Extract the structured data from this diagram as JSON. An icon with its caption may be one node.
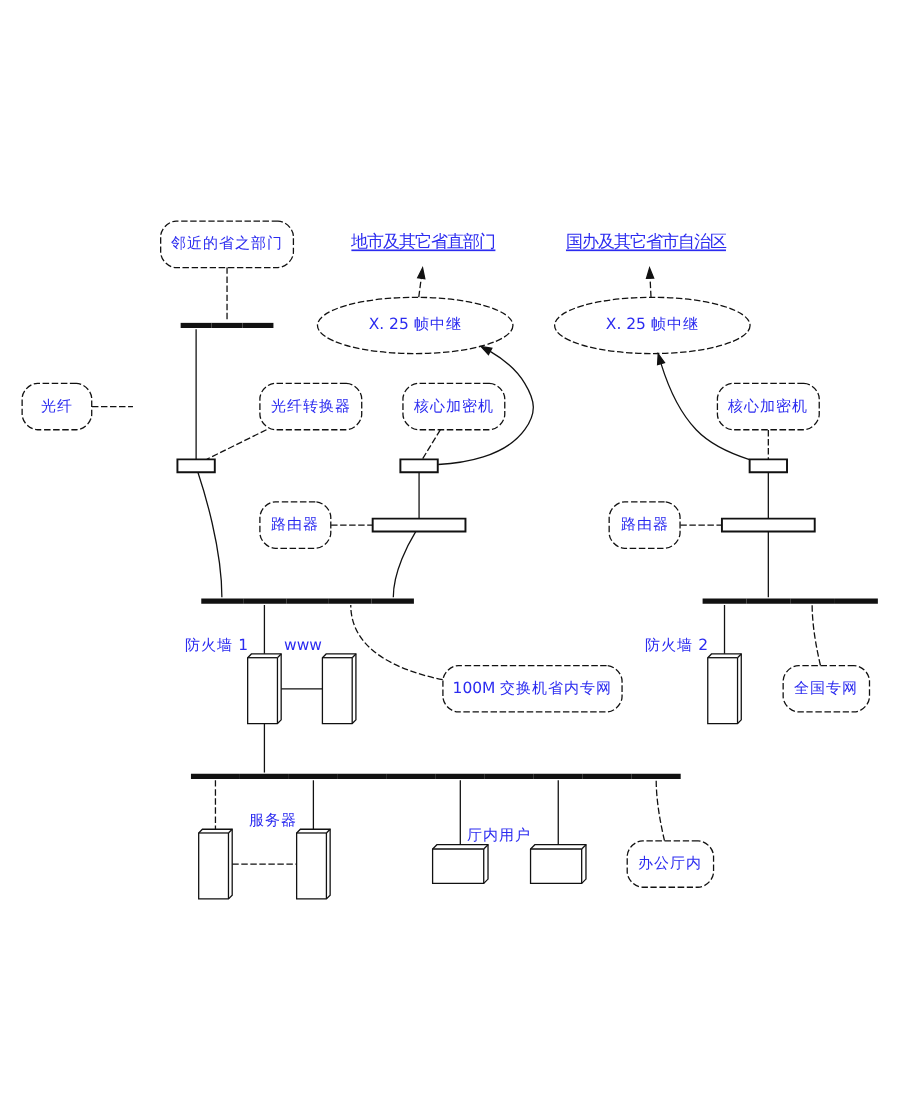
{
  "diagram": {
    "nodes": [
      {
        "text": [
          "邻近的省之部门"
        ]
      },
      {
        "text": [
          "地市及其它省直部门"
        ]
      },
      {
        "text": [
          "国办及其它省市自治区"
        ]
      },
      {
        "text": [],
        "shape": "bar"
      },
      {
        "text": [
          "X. 25 帧中继"
        ]
      },
      {
        "text": [
          "X. 25 帧中继"
        ]
      },
      {
        "text": [
          "光纤"
        ]
      },
      {
        "text": [
          "核心加密机"
        ]
      },
      {
        "text": [
          "核心加密机"
        ]
      },
      {
        "text": [],
        "shape": "box"
      },
      {
        "text": [],
        "shape": "box"
      },
      {
        "text": [],
        "shape": "box"
      },
      {
        "text": [
          "光纤转换器"
        ]
      },
      {
        "text": [],
        "shape": "box"
      },
      {
        "text": [
          "路由器"
        ]
      },
      {
        "text": [],
        "shape": "box"
      },
      {
        "text": [
          "路由器"
        ]
      },
      {
        "text": [],
        "shape": "bar"
      },
      {
        "text": [],
        "shape": "bar"
      },
      {
        "text": [
          "100M 交换机省内专网"
        ]
      },
      {
        "text": [
          "全国专网"
        ]
      },
      {
        "text": [],
        "shape": "picture",
        "beside": [
          "防火墙 1"
        ]
      },
      {
        "text": [],
        "shape": "picture",
        "beside": [
          "www"
        ]
      },
      {
        "text": [],
        "shape": "picture",
        "beside": [
          "防火墙 2"
        ]
      },
      {
        "text": [],
        "shape": "bar"
      },
      {
        "text": [
          "办公厅内"
        ]
      },
      {
        "text": [],
        "shape": "picture"
      },
      {
        "text": [],
        "shape": "picture",
        "beside": [
          "服务器"
        ]
      },
      {
        "text": [],
        "shape": "picture"
      },
      {
        "text": [],
        "shape": "picture",
        "beside": [
          "厅内用户"
        ]
      }
    ],
    "edges": [
      {
        "from": 0,
        "to": 3,
        "arrow": "none",
        "style": "dashed"
      },
      {
        "from": 4,
        "to": 1,
        "arrow": "to",
        "style": "dashed"
      },
      {
        "from": 5,
        "to": 2,
        "arrow": "to",
        "style": "dashed"
      },
      {
        "from": 3,
        "to": 9,
        "arrow": "none"
      },
      {
        "from": 6,
        "to": null,
        "arrow": "none",
        "style": "dashed"
      },
      {
        "from": 12,
        "to": 9,
        "arrow": "none",
        "style": "dashed"
      },
      {
        "from": 10,
        "to": 4,
        "arrow": "to"
      },
      {
        "from": 7,
        "to": 10,
        "arrow": "none",
        "style": "dashed"
      },
      {
        "from": 11,
        "to": 5,
        "arrow": "to"
      },
      {
        "from": 8,
        "to": 11,
        "arrow": "none",
        "style": "dashed"
      },
      {
        "from": 9,
        "to": 17,
        "arrow": "none"
      },
      {
        "from": 10,
        "to": 13,
        "arrow": "none"
      },
      {
        "from": 14,
        "to": 13,
        "arrow": "none",
        "style": "dashed"
      },
      {
        "from": 13,
        "to": 17,
        "arrow": "none"
      },
      {
        "from": 11,
        "to": 15,
        "arrow": "none"
      },
      {
        "from": 16,
        "to": 15,
        "arrow": "none",
        "style": "dashed"
      },
      {
        "from": 15,
        "to": 18,
        "arrow": "none"
      },
      {
        "from": 19,
        "to": 17,
        "arrow": "none",
        "style": "dashed"
      },
      {
        "from": 20,
        "to": 18,
        "arrow": "none",
        "style": "dashed"
      },
      {
        "from": 17,
        "to": 21,
        "arrow": "none"
      },
      {
        "from": 21,
        "to": 22,
        "arrow": "none"
      },
      {
        "from": 18,
        "to": 23,
        "arrow": "none"
      },
      {
        "from": 21,
        "to": 24,
        "arrow": "none"
      },
      {
        "from": 25,
        "to": 24,
        "arrow": "none",
        "style": "dashed"
      },
      {
        "from": 24,
        "to": 26,
        "arrow": "none",
        "style": "dashed"
      },
      {
        "from": 24,
        "to": 27,
        "arrow": "none"
      },
      {
        "from": 26,
        "to": 27,
        "arrow": "none",
        "style": "dashed"
      },
      {
        "from": 24,
        "to": 28,
        "arrow": "none"
      },
      {
        "from": 24,
        "to": 29,
        "arrow": "none"
      }
    ]
  }
}
